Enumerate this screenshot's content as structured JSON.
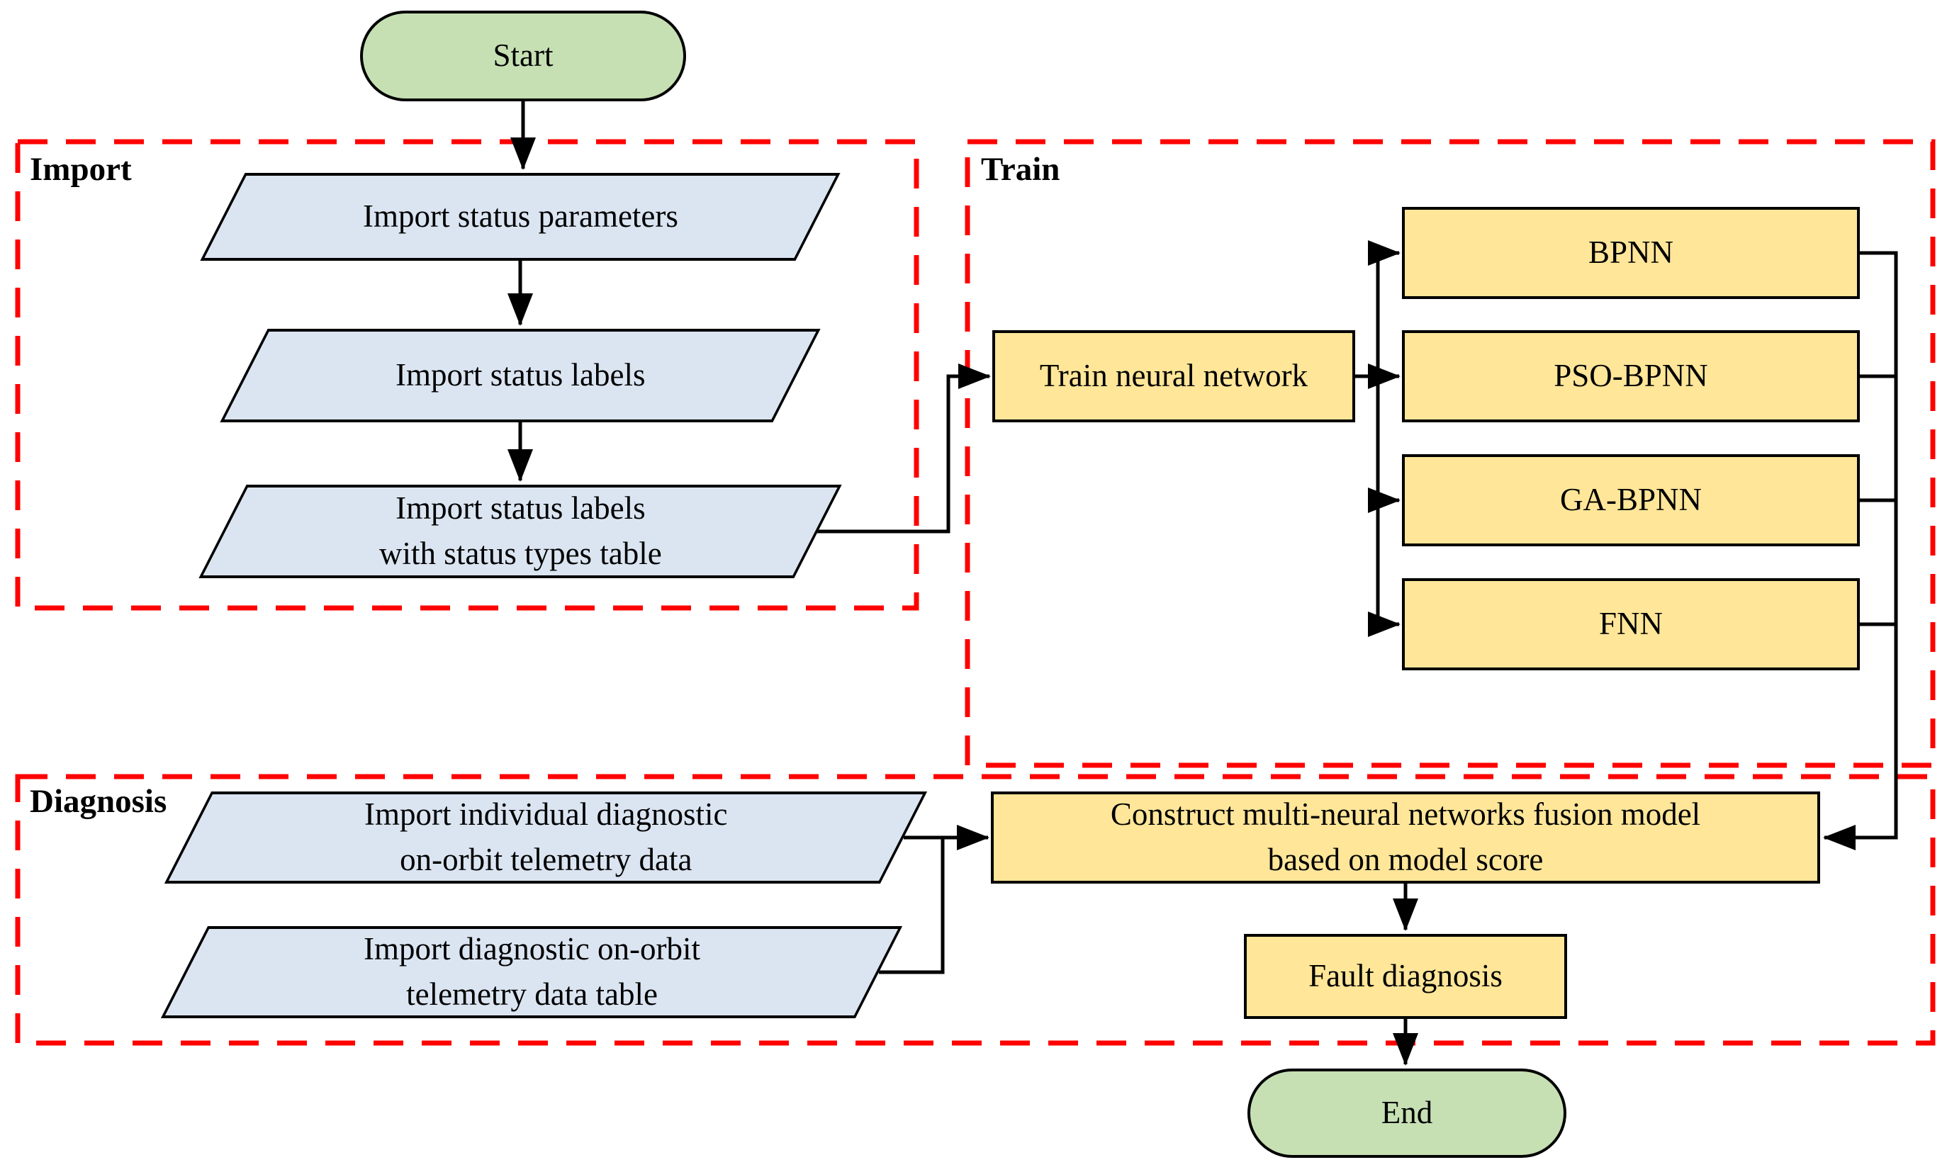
{
  "groups": {
    "import": {
      "label": "Import"
    },
    "train": {
      "label": "Train"
    },
    "diagnosis": {
      "label": "Diagnosis"
    }
  },
  "nodes": {
    "start": {
      "label": "Start"
    },
    "import_status_parameters": {
      "label": "Import status parameters"
    },
    "import_status_labels": {
      "label": "Import status labels"
    },
    "import_status_labels_types": {
      "label": "Import status labels\nwith status types table"
    },
    "train_neural_network": {
      "label": "Train neural network"
    },
    "bpnn": {
      "label": "BPNN"
    },
    "pso_bpnn": {
      "label": "PSO-BPNN"
    },
    "ga_bpnn": {
      "label": "GA-BPNN"
    },
    "fnn": {
      "label": "FNN"
    },
    "import_individual_diagnostic": {
      "label": "Import individual diagnostic\non-orbit telemetry data"
    },
    "import_diagnostic_table": {
      "label": "Import diagnostic on-orbit\ntelemetry data table"
    },
    "fusion_model": {
      "label": "Construct multi-neural networks fusion model\nbased on model score"
    },
    "fault_diagnosis": {
      "label": "Fault diagnosis"
    },
    "end": {
      "label": "End"
    }
  },
  "edges": [
    {
      "from": "start",
      "to": "import_status_parameters"
    },
    {
      "from": "import_status_parameters",
      "to": "import_status_labels"
    },
    {
      "from": "import_status_labels",
      "to": "import_status_labels_types"
    },
    {
      "from": "import_status_labels_types",
      "to": "train_neural_network"
    },
    {
      "from": "train_neural_network",
      "to": "bpnn"
    },
    {
      "from": "train_neural_network",
      "to": "pso_bpnn"
    },
    {
      "from": "train_neural_network",
      "to": "ga_bpnn"
    },
    {
      "from": "train_neural_network",
      "to": "fnn"
    },
    {
      "from": "bpnn",
      "to": "fusion_model"
    },
    {
      "from": "pso_bpnn",
      "to": "fusion_model"
    },
    {
      "from": "ga_bpnn",
      "to": "fusion_model"
    },
    {
      "from": "fnn",
      "to": "fusion_model"
    },
    {
      "from": "import_individual_diagnostic",
      "to": "fusion_model"
    },
    {
      "from": "import_diagnostic_table",
      "to": "fusion_model"
    },
    {
      "from": "fusion_model",
      "to": "fault_diagnosis"
    },
    {
      "from": "fault_diagnosis",
      "to": "end"
    }
  ],
  "colors": {
    "terminator_fill": "#c6e0b4",
    "data_fill": "#dbe5f2",
    "process_fill": "#ffe699",
    "group_border": "#ff0000",
    "node_border": "#000000",
    "connector": "#000000"
  }
}
